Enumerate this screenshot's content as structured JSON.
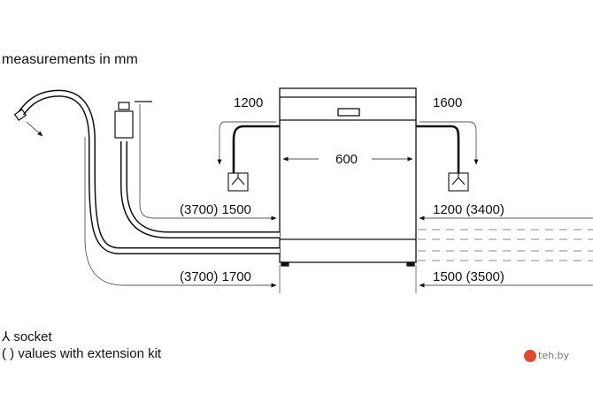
{
  "title": "measurements in mm",
  "dimensions": {
    "left_top": "1200",
    "right_top": "1600",
    "width": "600",
    "left_upper": "(3700) 1500",
    "left_lower": "(3700) 1700",
    "right_upper": "1200 (3400)",
    "right_lower": "1500 (3500)"
  },
  "legend": {
    "socket_symbol": "⅄",
    "socket_label": "socket",
    "extension_label": "( ) values with extension kit"
  },
  "watermark": "teh.by",
  "colors": {
    "line": "#111111",
    "thin": "#555555",
    "dash": "#888888"
  }
}
